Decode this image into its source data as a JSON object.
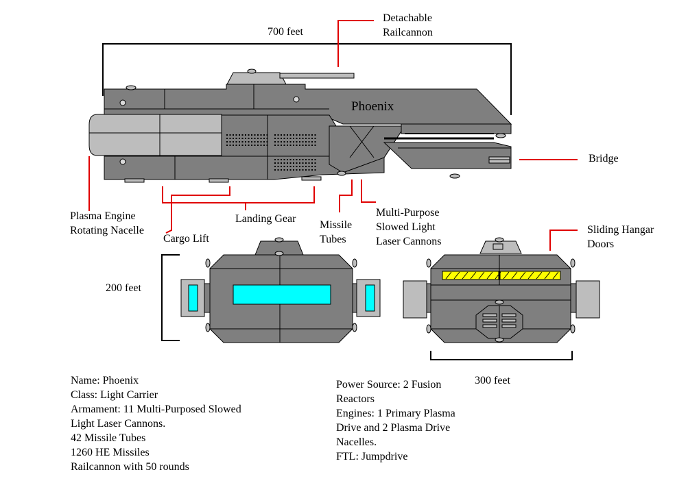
{
  "ship_name": "Phoenix",
  "dimensions": {
    "length": "700 feet",
    "height": "200 feet",
    "width": "300 feet"
  },
  "callouts": {
    "railcannon": [
      "Detachable",
      "Railcannon"
    ],
    "bridge": "Bridge",
    "engine": [
      "Plasma Engine",
      "Rotating Nacelle"
    ],
    "landing_gear": "Landing Gear",
    "cargo_lift": "Cargo Lift",
    "missile_tubes": [
      "Missile",
      "Tubes"
    ],
    "laser_cannons": [
      "Multi-Purpose",
      "Slowed Light",
      "Laser Cannons"
    ],
    "hangar_doors": [
      "Sliding Hangar",
      "Doors"
    ]
  },
  "specs_left": [
    "Name: Phoenix",
    "Class: Light Carrier",
    "Armament: 11 Multi-Purposed Slowed",
    "Light Laser Cannons.",
    "42 Missile Tubes",
    "1260 HE Missiles",
    "Railcannon with 50 rounds"
  ],
  "specs_right": [
    "Power Source: 2 Fusion",
    "Reactors",
    "Engines: 1 Primary Plasma",
    "Drive and 2 Plasma Drive",
    "Nacelles.",
    "FTL: Jumpdrive"
  ],
  "colors": {
    "hull": "#7f7f7f",
    "hull_light": "#bdbdbd",
    "leader": "#e00000",
    "window": "#00ffff",
    "hangar": "#ffff00"
  }
}
